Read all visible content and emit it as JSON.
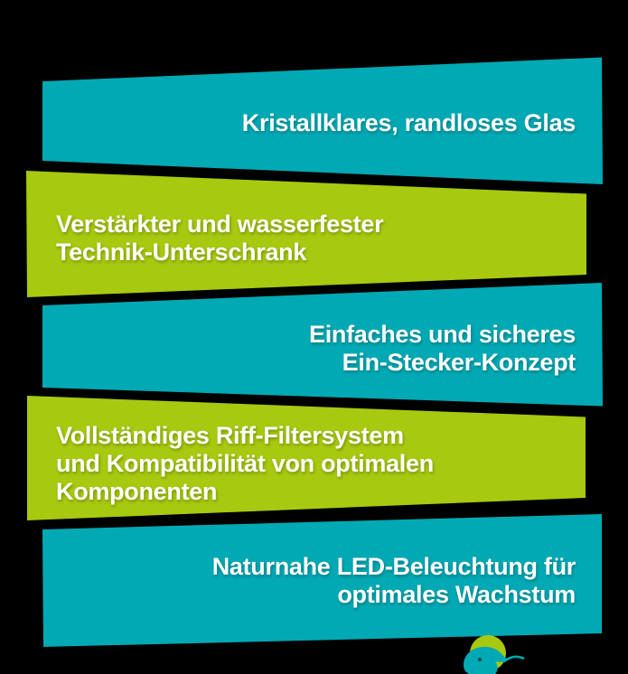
{
  "colors": {
    "background": "#000000",
    "teal": "#00a9b4",
    "green": "#a7c90f",
    "text": "#ffffff",
    "fish_eye": "#063b40"
  },
  "banners": [
    {
      "name": "glass",
      "color": "teal",
      "align": "right",
      "text": "Kristallklares, randloses Glas"
    },
    {
      "name": "cabinet",
      "color": "green",
      "align": "left",
      "text": "Verstärkter und wasserfester\nTechnik-Unterschrank"
    },
    {
      "name": "plug",
      "color": "teal",
      "align": "right",
      "text": "Einfaches und sicheres\nEin-Stecker-Konzept"
    },
    {
      "name": "filter",
      "color": "green",
      "align": "left",
      "text": "Vollständiges Riff-Filtersystem\nund Kompatibilität von optimalen\nKomponenten"
    },
    {
      "name": "led",
      "color": "teal",
      "align": "right",
      "text": "Naturnahe LED-Beleuchtung für\noptimales Wachstum"
    }
  ],
  "logo": {
    "icon": "fish-in-circle-logo"
  }
}
